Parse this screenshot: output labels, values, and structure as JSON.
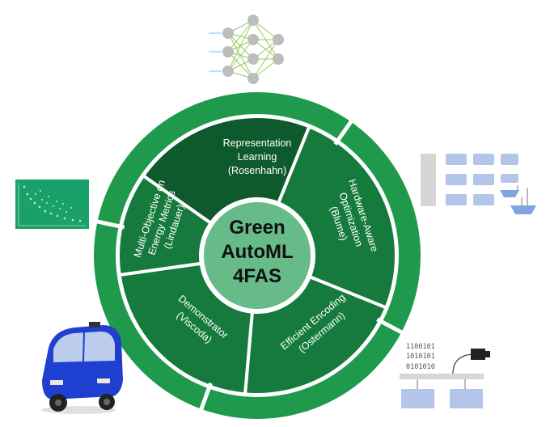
{
  "center": {
    "lines": [
      "Green",
      "AutoML",
      "4FAS"
    ]
  },
  "segments": [
    {
      "id": "representation",
      "lines": [
        "Representation",
        "Learning",
        "(Rosenhahn)"
      ]
    },
    {
      "id": "hardware",
      "lines": [
        "Hardware-Aware",
        "Optimization",
        "(Blume)"
      ]
    },
    {
      "id": "encoding",
      "lines": [
        "Efficient Encoding",
        "(Ostermann)"
      ]
    },
    {
      "id": "demonstrator",
      "lines": [
        "Demonstrator",
        "(Viscoda)"
      ]
    },
    {
      "id": "multiobjective",
      "lines": [
        "Multi-Objective on",
        "Energy Metrics",
        "(Lindauer)"
      ]
    }
  ],
  "encoding_illustration": {
    "bits": [
      "1100101",
      "1010101",
      "0101010"
    ]
  },
  "colors": {
    "outer_ring": "#1f9a4d",
    "segment": "#157a3c",
    "segment_dark": "#0f5a2c",
    "center": "#66bb88",
    "separator": "#ffffff"
  }
}
